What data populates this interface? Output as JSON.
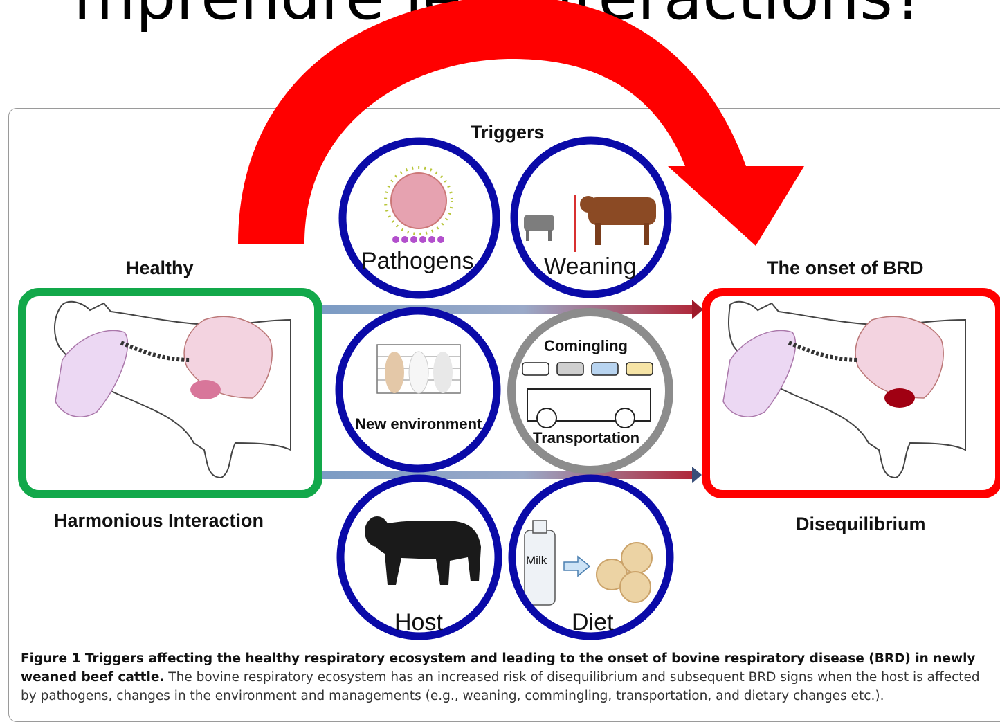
{
  "slide_title": "mprendre les interactions?",
  "figure": {
    "triggers_heading": "Triggers",
    "healthy_label": "Healthy",
    "healthy_caption": "Harmonious Interaction",
    "onset_label": "The onset of BRD",
    "onset_caption": "Disequilibrium",
    "circles": {
      "pathogens": "Pathogens",
      "weaning": "Weaning",
      "new_environment": "New environment",
      "comingling": "Comingling",
      "transportation": "Transportation",
      "host": "Host",
      "diet": "Diet",
      "milk": "Milk"
    },
    "caption_lead": "Figure 1  Triggers affecting the healthy respiratory ecosystem and leading to the onset of bovine respiratory disease (BRD) in newly weaned beef cattle.",
    "caption_body": " The bovine respiratory ecosystem has an increased risk of disequilibrium and subsequent BRD signs when the host is affected by pathogens, changes in the environment and managements (e.g., weaning, commingling, transportation, and dietary changes etc.)."
  },
  "colors": {
    "healthy_box": "#12a84a",
    "brd_box": "#ff0000",
    "trigger_circle": "#0a0aa8",
    "transport_circle": "#8c8c8c",
    "big_arrow": "#ff0000"
  }
}
